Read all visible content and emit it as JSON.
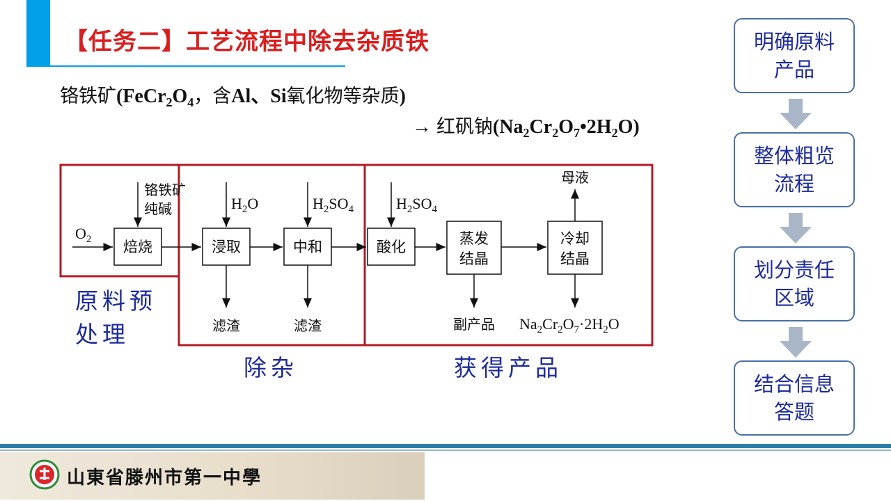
{
  "title": "【任务二】工艺流程中除去杂质铁",
  "reaction": {
    "line1": {
      "a": "铬铁矿",
      "b": "(FeCr",
      "c": "2",
      "d": "O",
      "e": "4",
      "f": "，",
      "g": "含",
      "h": "Al、Si",
      "i": "氧化物等杂质",
      "j": ")"
    },
    "line2": {
      "a": "→ ",
      "b": "红矾钠",
      "c": "(Na",
      "d": "2",
      "e": "Cr",
      "f": "2",
      "g": "O",
      "h": "7",
      "i": "•2H",
      "j": "2",
      "k": "O)"
    }
  },
  "flow": {
    "inputs": {
      "ore_1": "铬铁矿",
      "ore_2": "纯碱",
      "o2": "O",
      "o2_sub": "2",
      "h2o": "H",
      "h2o_sub": "2",
      "h2o_end": "O",
      "h2so4_a": "H",
      "h2so4_a_sub": "2",
      "h2so4_a_end": "SO",
      "h2so4_a_sub2": "4",
      "h2so4_b": "H",
      "h2so4_b_sub": "2",
      "h2so4_b_end": "SO",
      "h2so4_b_sub2": "4"
    },
    "boxes": {
      "roast": "焙烧",
      "leach": "浸取",
      "neutralize": "中和",
      "acidify": "酸化",
      "evap_1": "蒸发",
      "evap_2": "结晶",
      "cool_1": "冷却",
      "cool_2": "结晶"
    },
    "outputs": {
      "residue_1": "滤渣",
      "residue_2": "滤渣",
      "byproduct": "副产品",
      "mother_liquor": "母液",
      "product": "Na",
      "product_s1": "2",
      "product_b": "Cr",
      "product_s2": "2",
      "product_c": "O",
      "product_s3": "7",
      "product_d": "·2H",
      "product_s4": "2",
      "product_e": "O"
    },
    "zones": {
      "pretreat_1": "原料预",
      "pretreat_2": "处理",
      "purify": "除杂",
      "obtain": "获得产品"
    }
  },
  "steps": [
    {
      "line1": "明确原料",
      "line2": "产品"
    },
    {
      "line1": "整体粗览",
      "line2": "流程"
    },
    {
      "line1": "划分责任",
      "line2": "区域"
    },
    {
      "line1": "结合信息",
      "line2": "答题"
    }
  ],
  "footer": {
    "school": "山東省滕州市第一中學"
  },
  "colors": {
    "title_red": "#d81e1e",
    "accent_blue": "#00a0e9",
    "zone_red": "#b01b24",
    "zone_text": "#1d2b9a",
    "step_border": "#4a6fa5",
    "arrow_gray": "#a9b6c8"
  }
}
